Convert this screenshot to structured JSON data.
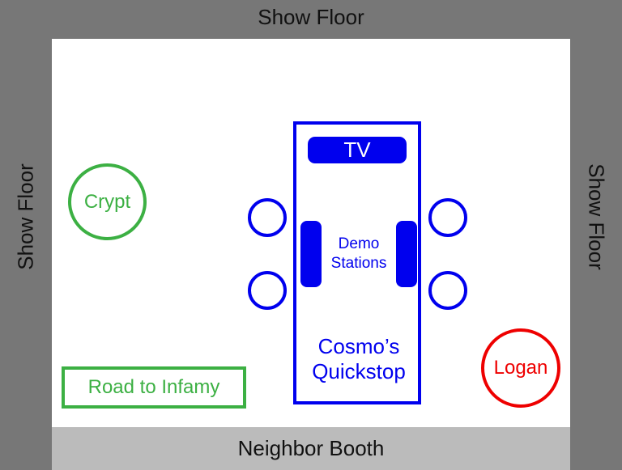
{
  "labels": {
    "top": "Show Floor",
    "left": "Show Floor",
    "right": "Show Floor",
    "bottom": "Neighbor Booth"
  },
  "booth": {
    "tv": "TV",
    "demo_stations": [
      "Demo",
      "Stations"
    ],
    "name": [
      "Cosmo’s",
      "Quickstop"
    ]
  },
  "zones": {
    "crypt": "Crypt",
    "road": "Road to Infamy",
    "logan": "Logan"
  },
  "colors": {
    "background": "#777777",
    "room": "#ffffff",
    "neighbor": "#bbbbbb",
    "booth": "#0000ee",
    "green_zone": "#3cb043",
    "red_zone": "#ee0000"
  }
}
